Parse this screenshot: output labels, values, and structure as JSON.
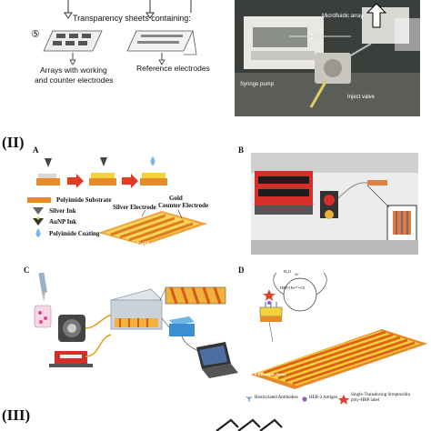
{
  "section1": {
    "step_number": "⑤",
    "transparency_label": "Transparency sheets containing:",
    "arrays_label_line1": "Arrays with working",
    "arrays_label_line2": "and counter electrodes",
    "reference_label": "Reference electrodes",
    "photo": {
      "microfluidic_label": "Microfluidic array",
      "syringe_label": "Syringe pump",
      "inject_label": "Inject valve"
    }
  },
  "section2": {
    "numeral": "(II)",
    "panels": {
      "a": {
        "letter": "A",
        "legend": [
          "Polyimide Substrate",
          "Silver Ink",
          "AuNP Ink",
          "Polyimide Coating"
        ],
        "silver_electrode": "Silver Electrode",
        "gold_counter_line1": "Gold",
        "gold_counter_line2": "Counter Electrode",
        "array_label": "8-Electrode Gold Array"
      },
      "b": {
        "letter": "B"
      },
      "c": {
        "letter": "C"
      },
      "d": {
        "letter": "D",
        "h2o_label": "H₂O",
        "hrp_label": "HRP-[Fe³⁺=O]",
        "array_label": "8-Electrode Array",
        "legend": [
          "Biotinylated Antibodies",
          "HER-2 Antigen",
          "Single-Transducing Streptavidin poly-HRP label"
        ]
      }
    }
  },
  "section3": {
    "numeral": "(III)"
  },
  "colors": {
    "orange": "#e98a2a",
    "yellow": "#f3d33b",
    "gold_stripe": "#f0b23a",
    "photo_dark": "#2a2a2a"
  }
}
